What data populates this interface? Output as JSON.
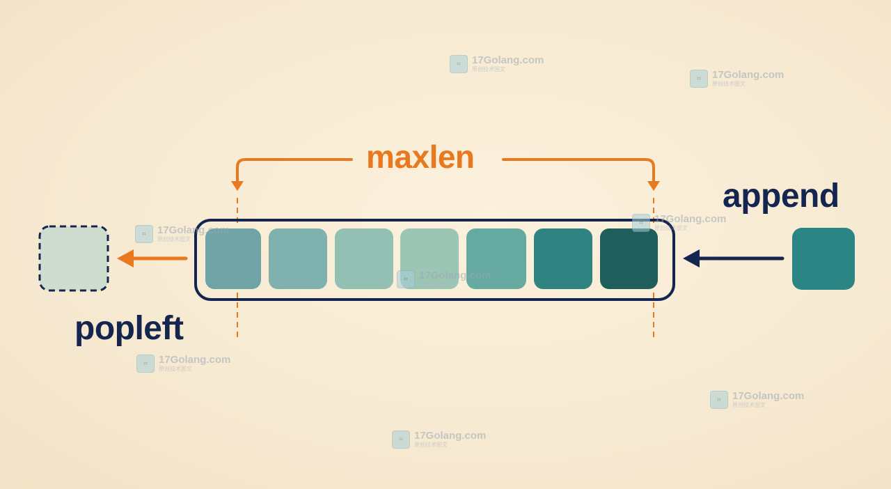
{
  "labels": {
    "maxlen": "maxlen",
    "append": "append",
    "popleft": "popleft"
  },
  "colors": {
    "background": "#f7ead3",
    "accent_orange": "#e8791e",
    "navy": "#14264f",
    "removed_item": "#cfdcd0",
    "incoming_item": "#2a8584",
    "queue_items": [
      "#6fa3a6",
      "#7fb1ae",
      "#93c0b2",
      "#9cc5b5",
      "#65a9a1",
      "#2f8482",
      "#1f5e5b"
    ]
  },
  "icons": {
    "left_arrow": "arrow-left-icon",
    "watermark_logo": "site-logo-icon"
  },
  "watermarks": [
    {
      "text": "17Golang.com",
      "sub": "原创技术图文"
    },
    {
      "text": "17Golang.com",
      "sub": "原创技术图文"
    },
    {
      "text": "17Golang.com",
      "sub": "原创技术图文"
    },
    {
      "text": "17Golang.com",
      "sub": "原创技术图文"
    },
    {
      "text": "17Golang.com",
      "sub": "原创技术图文"
    },
    {
      "text": "17Golang.com",
      "sub": "原创技术图文"
    },
    {
      "text": "17Golang.com",
      "sub": "原创技术图文"
    },
    {
      "text": "17Golang.com",
      "sub": "原创技术图文"
    }
  ]
}
